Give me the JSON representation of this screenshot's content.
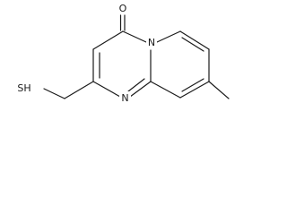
{
  "molecule": {
    "atoms": {
      "oxygen": "O",
      "ring_nitrogen_top": "N",
      "ring_nitrogen_bottom": "N",
      "thiol": "SH"
    },
    "colors": {
      "bond": "#1a1a1a",
      "background": "#ffffff"
    }
  }
}
